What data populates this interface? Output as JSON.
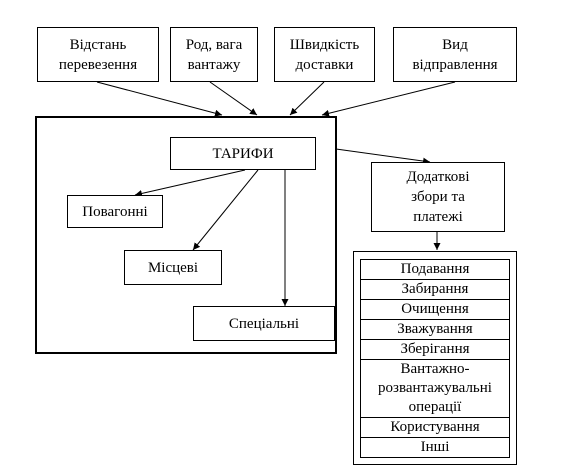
{
  "factors": [
    {
      "line1": "Відстань",
      "line2": "перевезення"
    },
    {
      "line1": "Род, вага",
      "line2": "вантажу"
    },
    {
      "line1": "Швидкість",
      "line2": "доставки"
    },
    {
      "line1": "Вид",
      "line2": "відправлення"
    }
  ],
  "tariffs": {
    "title": "ТАРИФИ",
    "types": [
      "Повагонні",
      "Місцеві",
      "Спеціальні"
    ]
  },
  "additional": {
    "line1": "Додаткові",
    "line2": "збори та",
    "line3": "платежі"
  },
  "charges": [
    "Подавання",
    "Забирання",
    "Очищення",
    "Зважування",
    "Зберігання",
    "Вантажно-",
    "розвантажувальні",
    "операції",
    "Користування",
    "Інші"
  ]
}
